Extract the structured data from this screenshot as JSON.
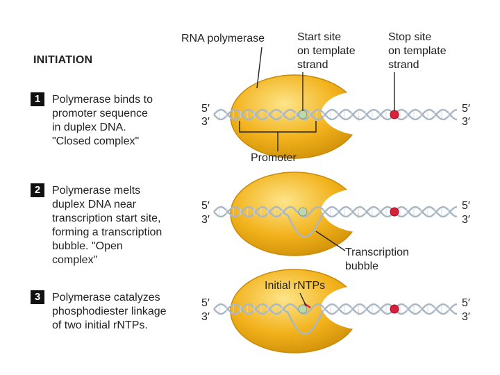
{
  "heading": "INITIATION",
  "steps": [
    {
      "number": "1",
      "lines": [
        "Polymerase binds to",
        "promoter sequence",
        "in duplex DNA.",
        "\"Closed complex\""
      ]
    },
    {
      "number": "2",
      "lines": [
        "Polymerase melts",
        "duplex DNA near",
        "transcription start site,",
        "forming a transcription",
        "bubble.  \"Open",
        "complex\""
      ]
    },
    {
      "number": "3",
      "lines": [
        "Polymerase catalyzes",
        "phosphodiester linkage",
        "of two initial rNTPs."
      ]
    }
  ],
  "labels": {
    "rna_polymerase": "RNA polymerase",
    "start_site": [
      "Start site",
      "on template",
      "strand"
    ],
    "stop_site": [
      "Stop site",
      "on template",
      "strand"
    ],
    "promoter": "Promoter",
    "bubble": [
      "Transcription",
      "bubble"
    ],
    "rntps": "Initial rNTPs"
  },
  "ends": {
    "five": "5′",
    "three": "3′"
  },
  "colors": {
    "polymerase": "#f2b21c",
    "polymerase_dark": "#c98a05",
    "dna_strand": "#aab7c4",
    "start_dot": "#bcd7b2",
    "stop_dot": "#d8203a",
    "rntp": "#d8203a"
  }
}
